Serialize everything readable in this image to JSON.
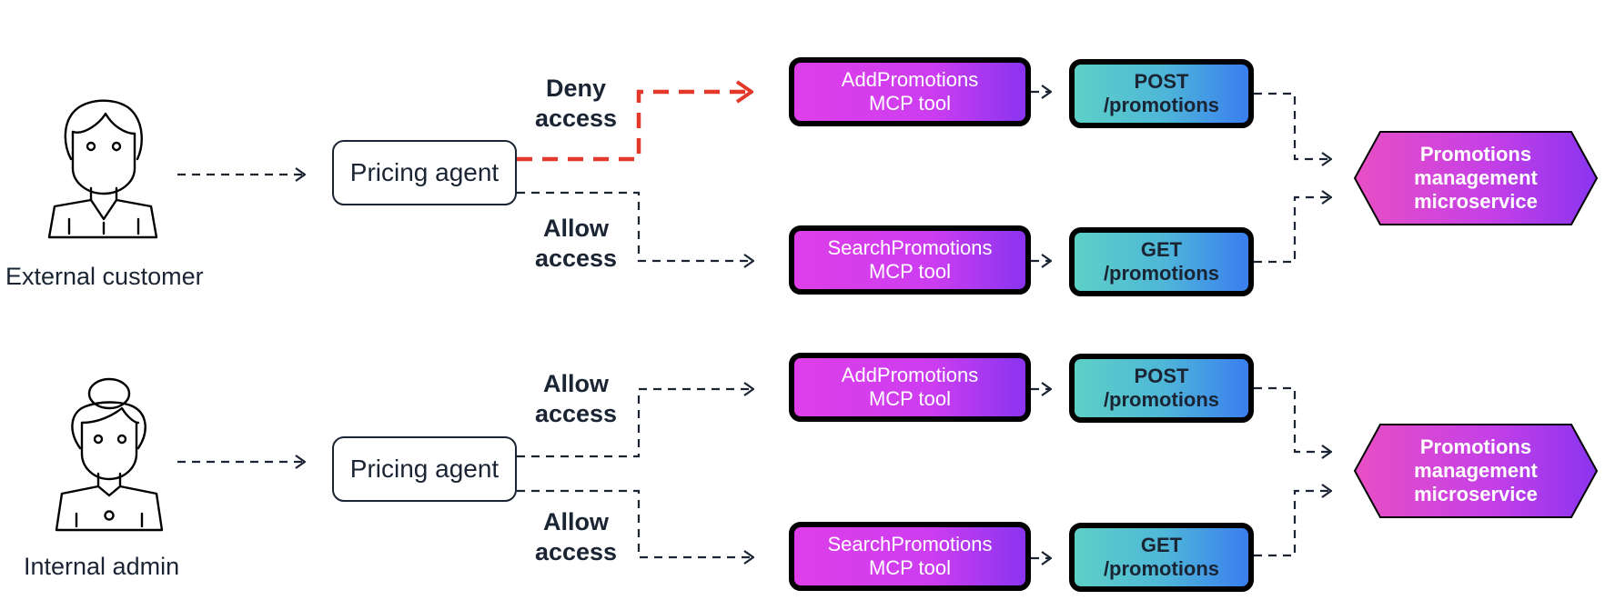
{
  "actors": {
    "external": {
      "label": "External customer",
      "icon": "customer-icon"
    },
    "internal": {
      "label": "Internal admin",
      "icon": "admin-icon"
    }
  },
  "agent_label": "Pricing agent",
  "access": {
    "deny": [
      "Deny",
      "access"
    ],
    "allow": [
      "Allow",
      "access"
    ]
  },
  "tools": {
    "add": [
      "AddPromotions",
      "MCP tool"
    ],
    "search": [
      "SearchPromotions",
      "MCP tool"
    ]
  },
  "apis": {
    "post": [
      "POST",
      "/promotions"
    ],
    "get": [
      "GET",
      "/promotions"
    ]
  },
  "service": [
    "Promotions",
    "management",
    "microservice"
  ],
  "colors": {
    "deny_arrow": "#e3382a",
    "text": "#1a2433",
    "tool_gradient": [
      "#de3fe9",
      "#8a34f0"
    ],
    "api_gradient": [
      "#5dd0c6",
      "#3a7ef0"
    ],
    "service_gradient": [
      "#e84fc4",
      "#8a34f0"
    ]
  }
}
